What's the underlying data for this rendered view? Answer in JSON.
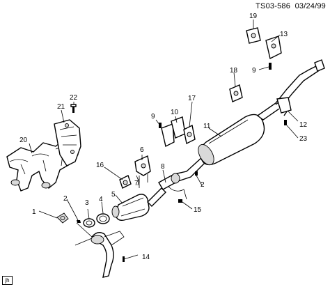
{
  "header": {
    "code": "TS03-586",
    "date": "03/24/99"
  },
  "corner_mark": "jh",
  "callouts": [
    "1",
    "2",
    "3",
    "4",
    "5",
    "6",
    "7",
    "8",
    "9",
    "10",
    "11",
    "12",
    "13",
    "14",
    "15",
    "16",
    "17",
    "18",
    "19",
    "20",
    "21",
    "22",
    "23"
  ]
}
